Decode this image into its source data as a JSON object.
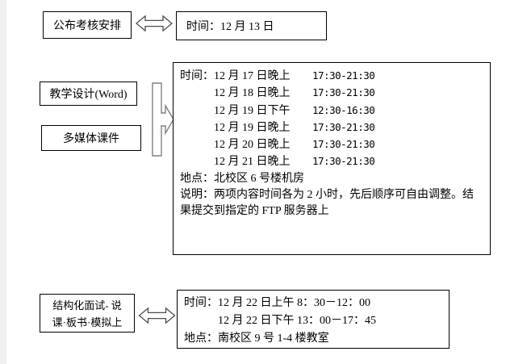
{
  "page": {
    "background": "#ffffff",
    "left_strip_color": "#f0f0f0",
    "border_color": "#000000",
    "arrow_outline_color": "#4d4d4d",
    "merge_arrow_outline_color": "#7f7f7f"
  },
  "flow": {
    "row1": {
      "label": "公布考核安排",
      "detail": {
        "time_label": "时间：",
        "time_value": "12 月 13 日"
      }
    },
    "row2": {
      "inputs": [
        "教学设计(Word)",
        "多媒体课件"
      ],
      "schedule": {
        "time_label": "时间：",
        "sessions": [
          {
            "date": "12 月 17 日晚上",
            "time": "17:30-21:30"
          },
          {
            "date": "12 月 18 日晚上",
            "time": "17:30-21:30"
          },
          {
            "date": "12 月 19 日下午",
            "time": "12:30-16:30"
          },
          {
            "date": "12 月 19 日晚上",
            "time": "17:30-21:30"
          },
          {
            "date": "12 月 20 日晚上",
            "time": "17:30-21:30"
          },
          {
            "date": "12 月 21 日晚上",
            "time": "17:30-21:30"
          }
        ],
        "location": "地点：北校区 6 号楼机房",
        "note": "说明：两项内容时间各为 2 小时，先后顺序可自由调整。结果提交到指定的 FTP 服务器上"
      }
    },
    "row3": {
      "label_line1": "结构化面试- 说",
      "label_line2": "课·板书·模拟上",
      "detail": {
        "time_label": "时间：",
        "session1": "12 月 22 日上午 8：30－12：00",
        "session2": "12 月 22 日下午 13：00－17：45",
        "location": "地点：南校区 9 号 1-4 楼教室"
      }
    }
  }
}
